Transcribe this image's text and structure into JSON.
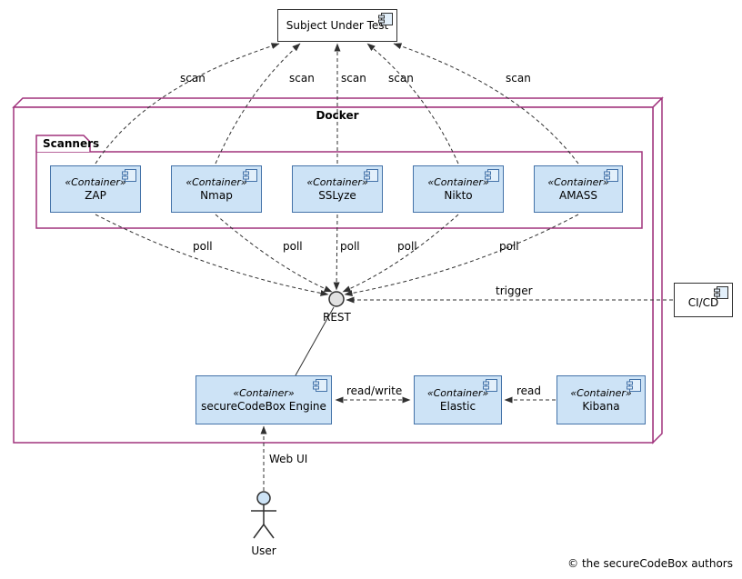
{
  "diagram": {
    "docker_label": "Docker",
    "scanners_folder_label": "Scanners",
    "stereotype": "«Container»",
    "nodes": {
      "subject": {
        "label": "Subject Under Test"
      },
      "zap": {
        "name": "ZAP"
      },
      "nmap": {
        "name": "Nmap"
      },
      "sslyze": {
        "name": "SSLyze"
      },
      "nikto": {
        "name": "Nikto"
      },
      "amass": {
        "name": "AMASS"
      },
      "engine": {
        "name": "secureCodeBox Engine"
      },
      "elastic": {
        "name": "Elastic"
      },
      "kibana": {
        "name": "Kibana"
      },
      "cicd": {
        "name": "CI/CD"
      }
    },
    "interface_label": "REST",
    "actor_label": "User",
    "edge_labels": {
      "scan": "scan",
      "poll": "poll",
      "trigger": "trigger",
      "read_write": "read/write",
      "read": "read",
      "web_ui": "Web UI"
    },
    "copyright": "© the secureCodeBox authors",
    "colors": {
      "container_fill": "#cde3f6",
      "container_border": "#4372a8",
      "frame_border": "#a0327c",
      "line": "#303030"
    }
  }
}
